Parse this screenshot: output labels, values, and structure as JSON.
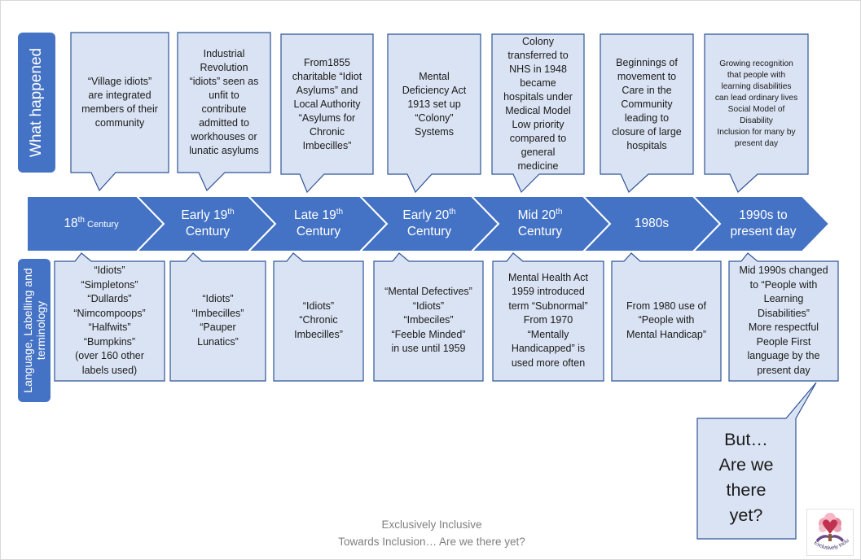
{
  "side_labels": {
    "what_happened": "What happened",
    "language": "Language, Labelling and terminology"
  },
  "eras": [
    {
      "main": "18",
      "sup": "th",
      "rest": " Century"
    },
    {
      "main": "Early 19",
      "sup": "th",
      "rest": " Century"
    },
    {
      "main": "Late 19",
      "sup": "th",
      "rest": " Century"
    },
    {
      "main": "Early 20",
      "sup": "th",
      "rest": " Century"
    },
    {
      "main": "Mid 20",
      "sup": "th",
      "rest": " Century"
    },
    {
      "main": "1980s",
      "sup": "",
      "rest": ""
    },
    {
      "main": "1990s to present day",
      "sup": "",
      "rest": ""
    }
  ],
  "what_happened": [
    "“Village idiots”\nare integrated\nmembers of their\ncommunity",
    "Industrial\nRevolution\n“idiots” seen as\nunfit to\ncontribute\nadmitted to\nworkhouses or\nlunatic asylums",
    "From1855\ncharitable “Idiot\nAsylums” and\nLocal Authority\n“Asylums for\nChronic\nImbecilles”",
    "Mental\nDeficiency Act\n1913 set up\n“Colony”\nSystems",
    "Colony\ntransferred to\nNHS in 1948\nbecame\nhospitals under\nMedical Model\nLow priority\ncompared to\ngeneral\nmedicine",
    "Beginnings of\nmovement to\nCare in the\nCommunity\nleading to\nclosure of large\nhospitals",
    "Growing recognition\nthat people with\nlearning disabilities\ncan lead ordinary lives\nSocial Model of\nDisability\nInclusion for many by\npresent day"
  ],
  "language": [
    "“Idiots”\n“Simpletons”\n“Dullards”\n“Nimcompoops”\n“Halfwits”\n“Bumpkins”\n(over 160 other\nlabels used)",
    "“Idiots”\n“Imbecilles”\n“Pauper\nLunatics”",
    "“Idiots”\n“Chronic\nImbecilles”",
    "“Mental Defectives”\n“Idiots”\n“Imbeciles”\n“Feeble Minded”\nin use until 1959",
    "Mental Health Act\n1959 introduced\nterm “Subnormal”\nFrom 1970\n“Mentally\nHandicapped” is\nused more often",
    "From 1980 use of\n“People with\nMental Handicap”",
    "Mid 1990s changed\nto “People with\nLearning\nDisabilities”\nMore respectful\nPeople First\nlanguage by the\npresent day"
  ],
  "question": "But…\nAre we\nthere\nyet?",
  "footer": {
    "line1": "Exclusively Inclusive",
    "line2": "Towards Inclusion… Are we there yet?"
  },
  "logo_text": "Exclusively Inclusive",
  "colors": {
    "arrow_blue": "#4472c4",
    "box_fill": "#dae3f3",
    "box_border": "#2f5597",
    "footer_text": "#7f7f7f"
  }
}
